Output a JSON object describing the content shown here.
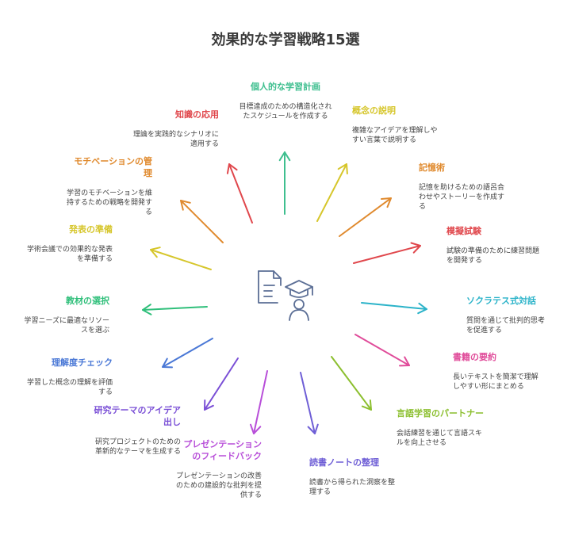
{
  "title": "効果的な学習戦略15選",
  "items": [
    {
      "id": "study-plan",
      "title": "個人的な学習計画",
      "desc": "目標達成のための構造化されたスケジュールを作成する",
      "color": "#3fbf8f"
    },
    {
      "id": "concept",
      "title": "概念の説明",
      "desc": "複雑なアイデアを理解しやすい言葉で説明する",
      "color": "#d6c62b"
    },
    {
      "id": "memory",
      "title": "記憶術",
      "desc": "記憶を助けるための語呂合わせやストーリーを作成する",
      "color": "#e08a2e"
    },
    {
      "id": "mock-exam",
      "title": "模擬試験",
      "desc": "試験の準備のために練習問題を開発する",
      "color": "#e0474c"
    },
    {
      "id": "socratic",
      "title": "ソクラテス式対話",
      "desc": "質問を通じて批判的思考を促進する",
      "color": "#2bb3c9"
    },
    {
      "id": "book-summary",
      "title": "書籍の要約",
      "desc": "長いテキストを簡潔で理解しやすい形にまとめる",
      "color": "#e04c9a"
    },
    {
      "id": "language",
      "title": "言語学習のパートナー",
      "desc": "会話練習を通じて言語スキルを向上させる",
      "color": "#8cbf2f"
    },
    {
      "id": "reading-notes",
      "title": "読書ノートの整理",
      "desc": "読書から得られた洞察を整理する",
      "color": "#6f5fd6"
    },
    {
      "id": "presentation",
      "title": "プレゼンテーションのフィードバック",
      "desc": "プレゼンテーションの改善のための建設的な批判を提供する",
      "color": "#b84fd9"
    },
    {
      "id": "research",
      "title": "研究テーマのアイデア出し",
      "desc": "研究プロジェクトのための革新的なテーマを生成する",
      "color": "#7a4fd6"
    },
    {
      "id": "comprehension",
      "title": "理解度チェック",
      "desc": "学習した概念の理解を評価する",
      "color": "#4a78d6"
    },
    {
      "id": "materials",
      "title": "教材の選択",
      "desc": "学習ニーズに最適なリソースを選ぶ",
      "color": "#2fbf7a"
    },
    {
      "id": "conference",
      "title": "発表の準備",
      "desc": "学術会議での効果的な発表を準備する",
      "color": "#d6c62b"
    },
    {
      "id": "motivation",
      "title": "モチベーションの管理",
      "desc": "学習のモチベーションを維持するための戦略を開発する",
      "color": "#e08a2e"
    },
    {
      "id": "knowledge",
      "title": "知識の応用",
      "desc": "理論を実践的なシナリオに適用する",
      "color": "#e0474c"
    }
  ],
  "icon": {
    "name": "document-graduate-icon",
    "color": "#5b6e95"
  }
}
